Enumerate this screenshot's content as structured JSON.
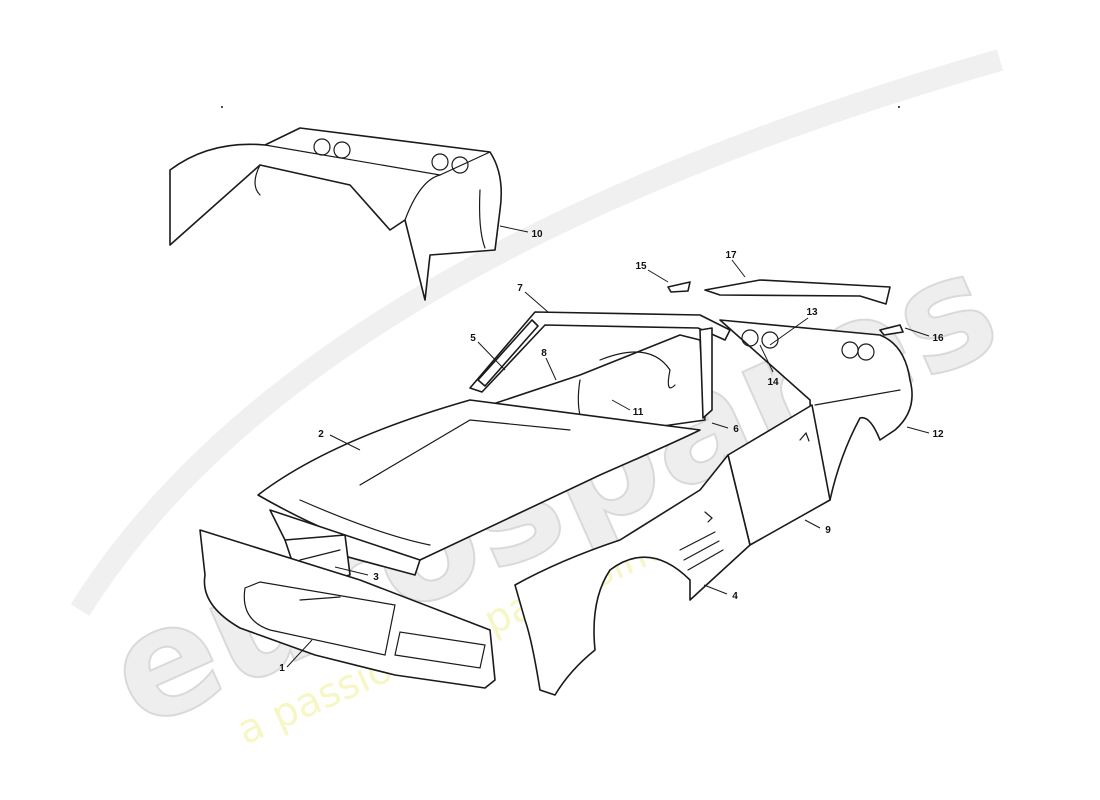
{
  "watermark": {
    "logo_text": "eurospares",
    "tagline": "a passion for parts since 1985"
  },
  "callouts": [
    "1",
    "2",
    "3",
    "4",
    "5",
    "6",
    "7",
    "8",
    "9",
    "10",
    "11",
    "12",
    "13",
    "14",
    "15",
    "16",
    "17"
  ],
  "colors": {
    "line": "#1a1a1a",
    "watermark_logo": "#eeeeee",
    "watermark_tagline": "#f7f6c0"
  }
}
